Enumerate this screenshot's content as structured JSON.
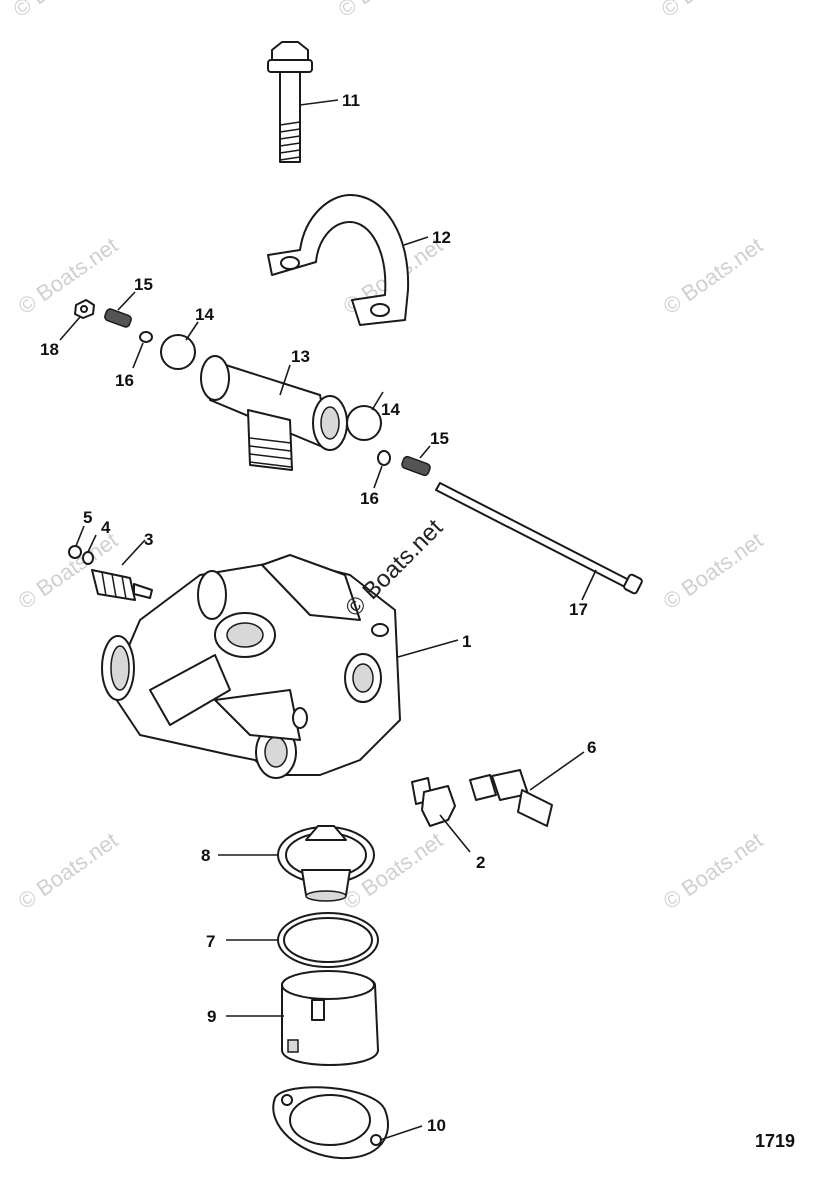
{
  "watermark": "© Boats.net",
  "figure_number": "1719",
  "callouts": {
    "c1": "1",
    "c2": "2",
    "c3": "3",
    "c4": "4",
    "c5": "5",
    "c6": "6",
    "c7": "7",
    "c8": "8",
    "c9": "9",
    "c10": "10",
    "c11": "11",
    "c12": "12",
    "c13": "13",
    "c14a": "14",
    "c14b": "14",
    "c15a": "15",
    "c15b": "15",
    "c16a": "16",
    "c16b": "16",
    "c17": "17",
    "c18": "18"
  }
}
